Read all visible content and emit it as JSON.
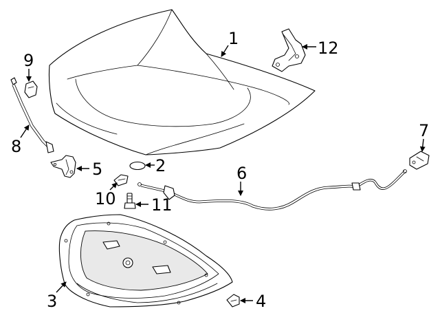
{
  "diagram": {
    "callouts": [
      {
        "id": "hood",
        "label": "1"
      },
      {
        "id": "bumper",
        "label": "2"
      },
      {
        "id": "insulator",
        "label": "3"
      },
      {
        "id": "retainer",
        "label": "4"
      },
      {
        "id": "lock",
        "label": "5"
      },
      {
        "id": "cable",
        "label": "6"
      },
      {
        "id": "handle",
        "label": "7"
      },
      {
        "id": "prop-rod",
        "label": "8"
      },
      {
        "id": "holder",
        "label": "9"
      },
      {
        "id": "clip",
        "label": "10"
      },
      {
        "id": "bolt",
        "label": "11"
      },
      {
        "id": "hinge",
        "label": "12"
      }
    ]
  }
}
